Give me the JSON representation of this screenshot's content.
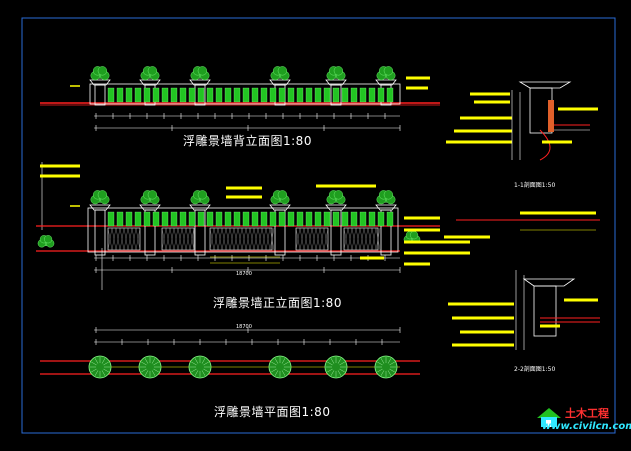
{
  "drawing": {
    "title_back_elevation": "浮雕景墙背立面图1:80",
    "title_front_elevation": "浮雕景墙正立面图1:80",
    "title_plan": "浮雕景墙平面图1:80",
    "section_1_label": "1-1剖面图1:50",
    "section_2_label": "2-2剖面图1:50",
    "dim_total_front": "18700",
    "dim_total_plan": "18700"
  },
  "watermark": {
    "site_name": "土木工程",
    "url": "www.civilcn.com",
    "icon": "house-logo-icon"
  },
  "colors": {
    "background": "#000000",
    "leader_yellow": "#ffff00",
    "plant_green": "#22c422",
    "ground_red": "#ff2020",
    "frame_blue": "#2a6bd6",
    "line_white": "#ffffff"
  }
}
